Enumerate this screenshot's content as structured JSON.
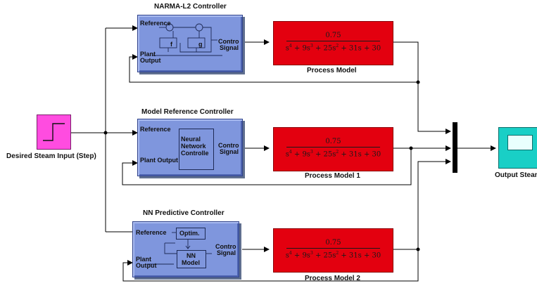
{
  "source": {
    "label": "Desired Steam Input (Step)",
    "color": "#ff4ce0"
  },
  "controllers": [
    {
      "title": "NARMA-L2 Controller",
      "port_reference": "Reference",
      "port_plant": "Plant",
      "port_output": "Output",
      "port_control_1": "Contro",
      "port_control_2": "Signal",
      "inner_f": "f",
      "inner_g": "g"
    },
    {
      "title": "Model Reference Controller",
      "port_reference": "Reference",
      "port_plant_output": "Plant Output",
      "port_control_1": "Contro",
      "port_control_2": "Signal",
      "nn_line1": "Neural",
      "nn_line2": "Network",
      "nn_line3": "Controlle"
    },
    {
      "title": "NN Predictive Controller",
      "port_reference": "Reference",
      "port_plant": "Plant",
      "port_output": "Output",
      "port_control_1": "Contro",
      "port_control_2": "Signal",
      "optim": "Optim.",
      "nn_model_1": "NN",
      "nn_model_2": "Model"
    }
  ],
  "processes": [
    {
      "label": "Process Model",
      "numerator": "0.75"
    },
    {
      "label": "Process Model 1",
      "numerator": "0.75"
    },
    {
      "label": "Process Model 2",
      "numerator": "0.75"
    }
  ],
  "transfer_function": {
    "den_s4": "s",
    "den_exp4": "4",
    "den_mid1": " + 9s",
    "den_exp3": "3",
    "den_mid2": " + 25s",
    "den_exp2": "2",
    "den_tail": " + 31s + 30"
  },
  "sink": {
    "label": "Output Steam"
  },
  "colors": {
    "controller": "#7f96dd",
    "process": "#e3000f",
    "scope": "#19cfc6",
    "wire": "#000000"
  }
}
